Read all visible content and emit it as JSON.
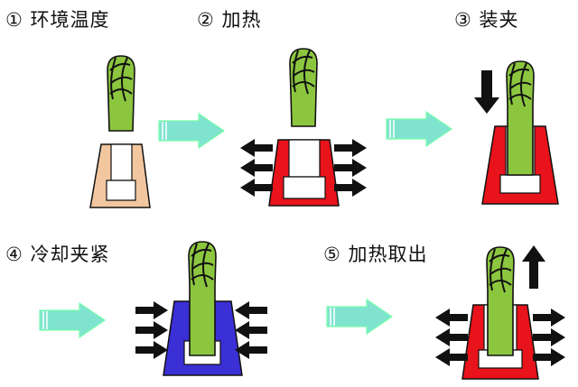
{
  "steps": [
    {
      "label": "① 环境温度"
    },
    {
      "label": "② 加热"
    },
    {
      "label": "③ 装夹"
    },
    {
      "label": "④ 冷却夹紧"
    },
    {
      "label": "⑤ 加热取出"
    }
  ],
  "colors": {
    "tool": "#8cc63f",
    "tool_outline": "#1a1a1a",
    "holder_ambient": "#f2c7a0",
    "holder_hot": "#e8131b",
    "holder_cool": "#3b2fd6",
    "bore": "#ffffff",
    "process_arrow": "#7fe3d0",
    "heat_arrow": "#111111"
  },
  "icons": [
    "process-arrow-icon",
    "heat-arrow-icon",
    "insert-arrow-icon",
    "extract-arrow-icon"
  ]
}
